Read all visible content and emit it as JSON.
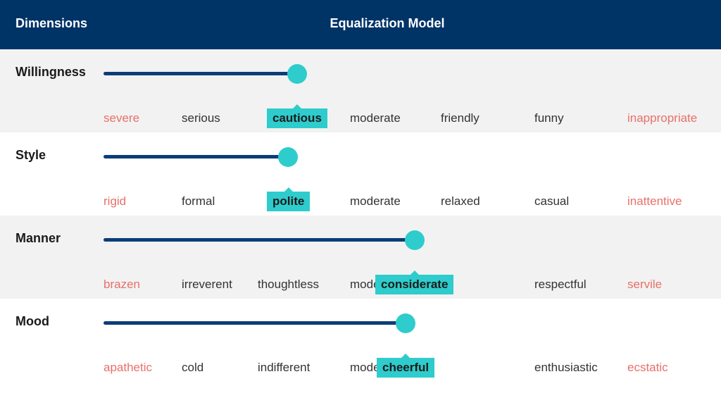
{
  "header": {
    "dimensions_label": "Dimensions",
    "model_label": "Equalization Model"
  },
  "colors": {
    "header_bg": "#003366",
    "track": "#0b3d78",
    "accent": "#2ecccc",
    "extreme_text": "#e8706a"
  },
  "dimensions": [
    {
      "name": "Willingness",
      "level": 0.43,
      "options": [
        "severe",
        "serious",
        "cautious",
        "moderate",
        "friendly",
        "funny",
        "inappropriate"
      ],
      "selected_index": 2
    },
    {
      "name": "Style",
      "level": 0.41,
      "options": [
        "rigid",
        "formal",
        "polite",
        "moderate",
        "relaxed",
        "casual",
        "inattentive"
      ],
      "selected_index": 2
    },
    {
      "name": "Manner",
      "level": 0.69,
      "options": [
        "brazen",
        "irreverent",
        "thoughtless",
        "moderate",
        "considerate",
        "respectful",
        "servile"
      ],
      "selected_index": 4
    },
    {
      "name": "Mood",
      "level": 0.67,
      "options": [
        "apathetic",
        "cold",
        "indifferent",
        "moderate",
        "cheerful",
        "enthusiastic",
        "ecstatic"
      ],
      "selected_index": 4
    }
  ]
}
